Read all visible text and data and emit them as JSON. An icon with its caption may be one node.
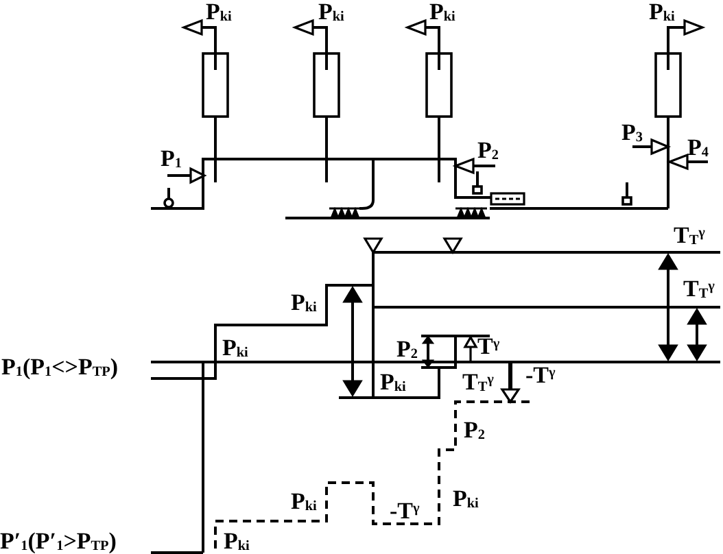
{
  "diagram": {
    "labels": [
      "P$_{ki}$",
      "P$_{ki}$",
      "P$_{ki}$",
      "P$_{ki}$",
      "P$_{1}$",
      "P$_{2}$",
      "P$_{3}$",
      "P$_{4}$",
      "T$_{T}$$^{γ}$",
      "T$_{T}$$^{γ}$",
      "P$_{ki}$",
      "P$_{1}$(P$_{1}$<>P$_{TP}$)",
      "P$_{ki}$",
      "P$_{2}$",
      "T$^{γ}$",
      "P$_{ki}$",
      "T$_{T}$$^{γ}$",
      "-T$^{γ}$",
      "P$_{2}$",
      "P$_{ki}$",
      "-T$^{γ}$",
      "P$_{ki}$",
      "P′$_{1}$(P′$_{1}$>P$_{TP}$)",
      "P$_{ki}$"
    ]
  }
}
